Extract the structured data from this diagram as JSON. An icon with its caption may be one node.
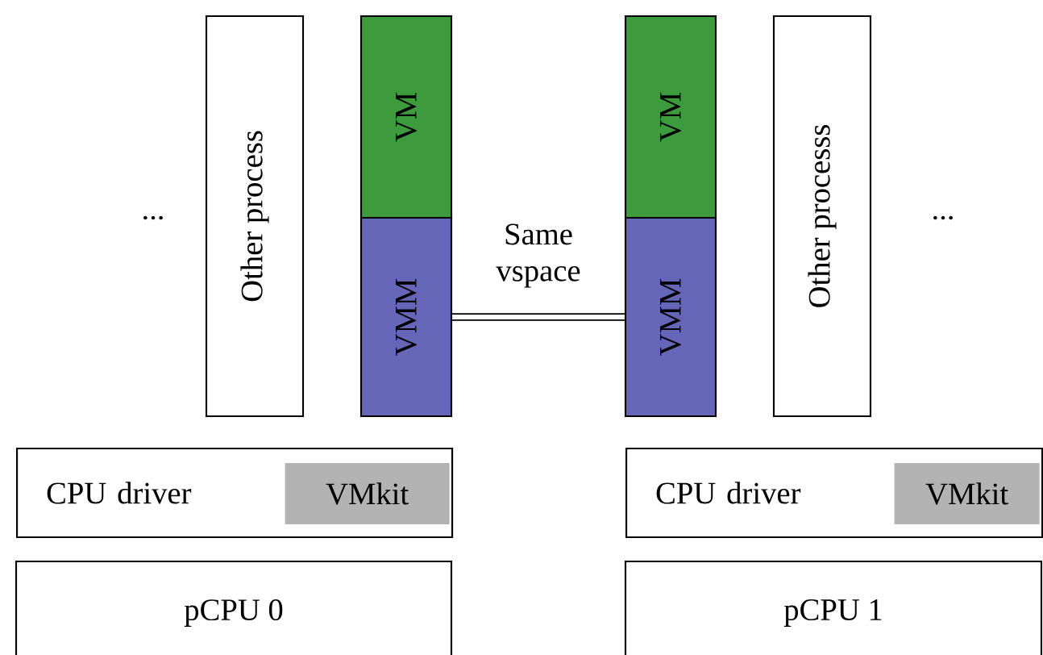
{
  "diagram": {
    "nodes": [
      {
        "text": [
          "Other process"
        ]
      },
      {
        "text": [
          "VM"
        ]
      },
      {
        "text": [
          "VMM"
        ]
      },
      {
        "text": [
          "VM"
        ]
      },
      {
        "text": [
          "VMM"
        ]
      },
      {
        "text": [
          "Other processs"
        ]
      },
      {
        "text": [
          "CPU driver"
        ]
      },
      {
        "text": [
          "VMkit"
        ],
        "in": 6
      },
      {
        "text": [
          "CPU driver"
        ]
      },
      {
        "text": [
          "VMkit"
        ],
        "in": 8
      },
      {
        "text": [
          "pCPU 0"
        ]
      },
      {
        "text": [
          "pCPU 1"
        ]
      }
    ],
    "edges": [
      {
        "from": 2,
        "to": 4,
        "arrow": "none",
        "label": "Same vspace"
      }
    ],
    "labels": [
      "...",
      "..."
    ]
  }
}
